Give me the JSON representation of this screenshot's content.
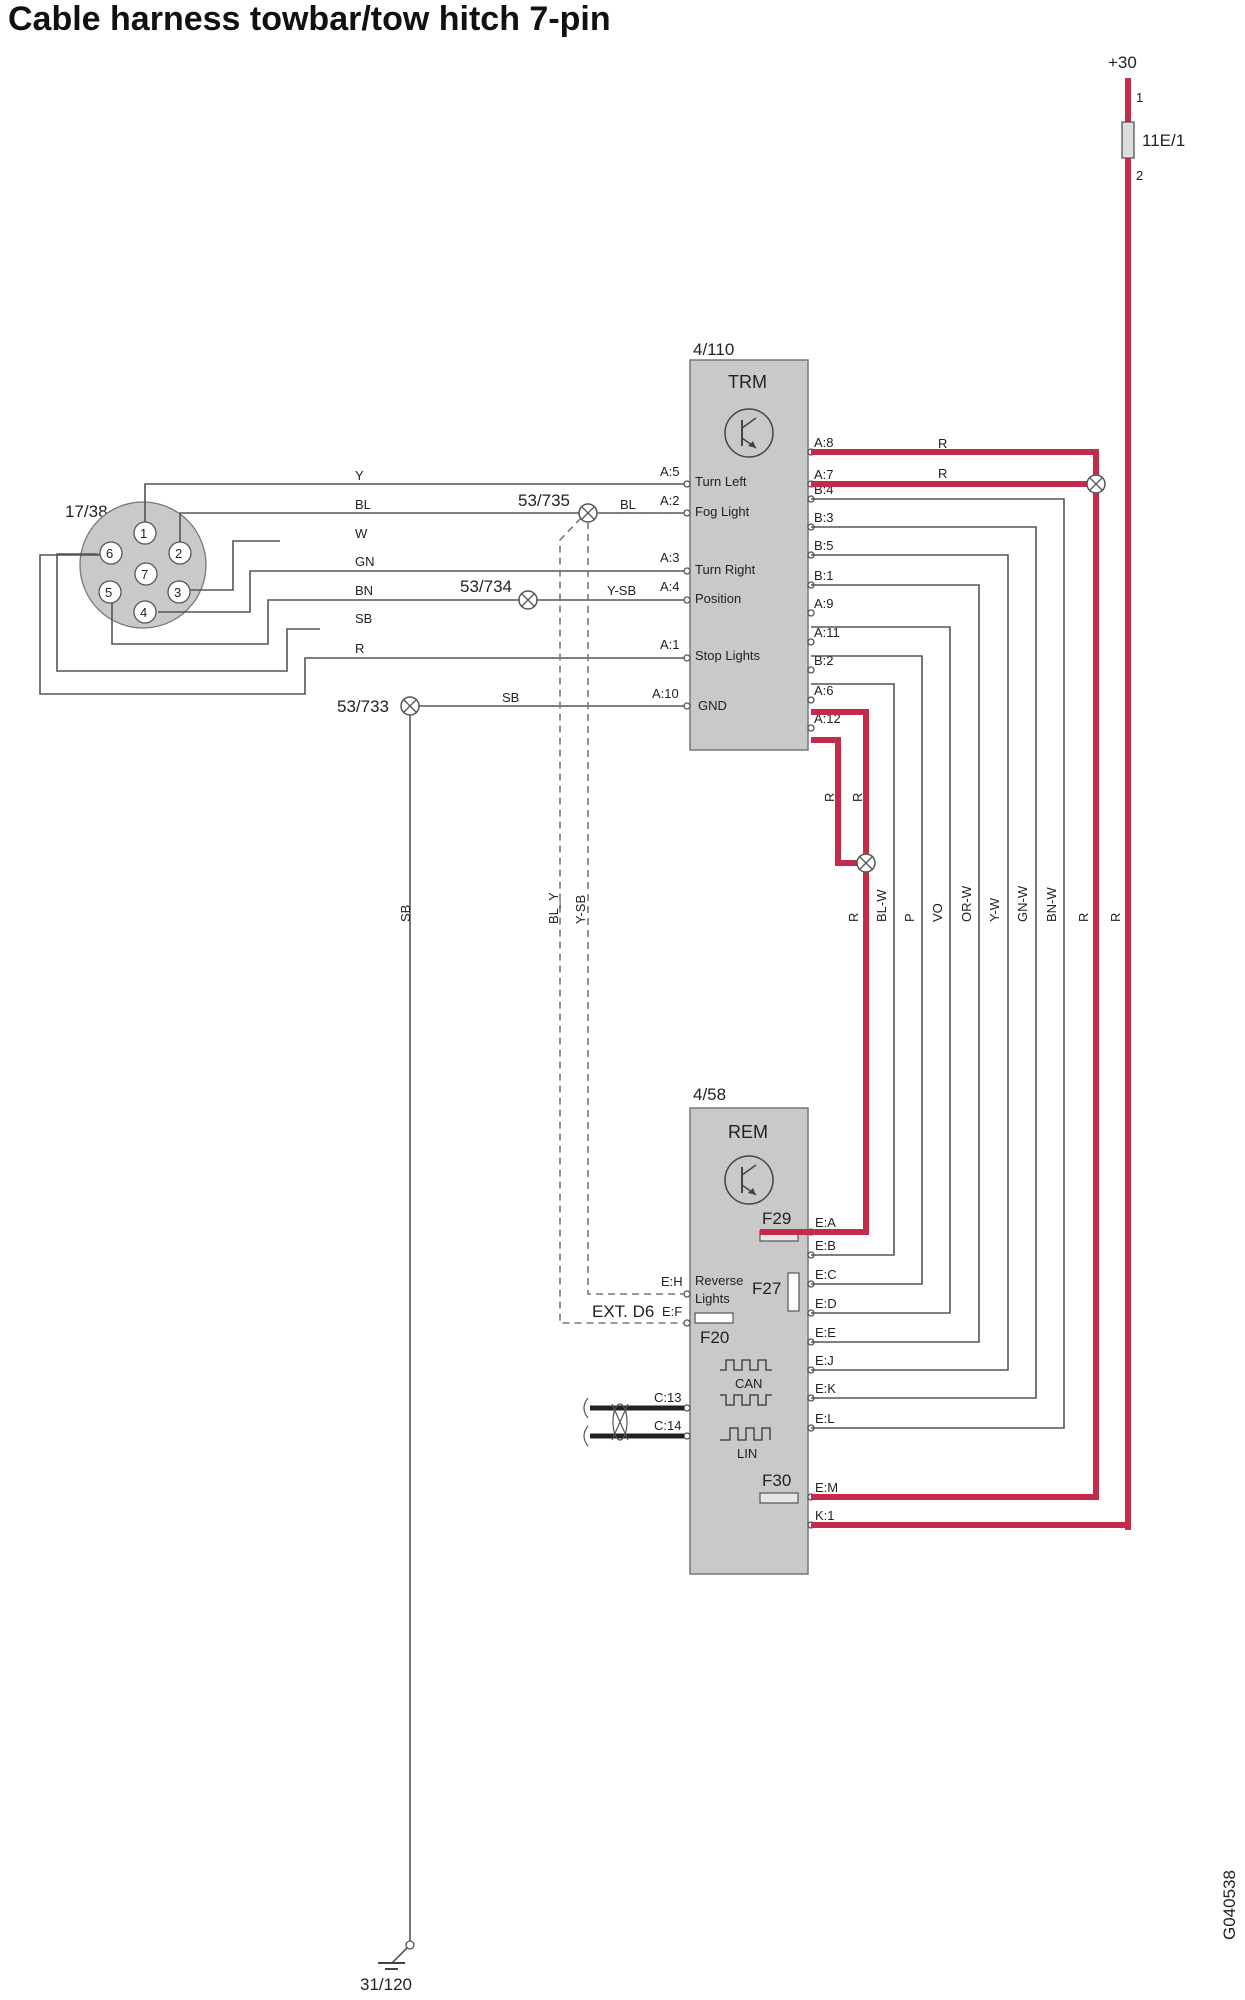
{
  "title": "Cable harness towbar/tow hitch 7-pin",
  "doc_id": "G040538",
  "power": {
    "supply": "+30",
    "fuse_id": "11E/1",
    "pin1": "1",
    "pin2": "2"
  },
  "ground": {
    "id": "31/120"
  },
  "connector": {
    "id": "17/38",
    "pins": [
      "1",
      "2",
      "3",
      "4",
      "5",
      "6",
      "7"
    ]
  },
  "splices": {
    "s735": "53/735",
    "s734": "53/734",
    "s733": "53/733"
  },
  "trm": {
    "id": "4/110",
    "name": "TRM",
    "pins": {
      "a5": "A:5",
      "a2": "A:2",
      "a3": "A:3",
      "a4": "A:4",
      "a1": "A:1",
      "a10": "A:10"
    },
    "functions": {
      "turn_left": "Turn Left",
      "fog": "Fog Light",
      "turn_right": "Turn Right",
      "position": "Position",
      "stop": "Stop Lights",
      "gnd": "GND"
    },
    "right_pins": [
      "A:8",
      "A:7",
      "B:4",
      "B:3",
      "B:5",
      "B:1",
      "A:9",
      "A:11",
      "B:2",
      "A:6",
      "A:12"
    ]
  },
  "rem": {
    "id": "4/58",
    "name": "REM",
    "fuses": {
      "f29": "F29",
      "f27": "F27",
      "f20": "F20",
      "f30": "F30"
    },
    "left_pins": {
      "eh": "E:H",
      "ef": "E:F",
      "c13": "C:13",
      "c14": "C:14"
    },
    "labels": {
      "reverse": "Reverse",
      "lights": "Lights",
      "ext": "EXT. D6",
      "can": "CAN",
      "lin": "LIN"
    },
    "right_pins": [
      "E:A",
      "E:B",
      "E:C",
      "E:D",
      "E:E",
      "E:J",
      "E:K",
      "E:L",
      "E:M",
      "K:1"
    ]
  },
  "wire_colors": {
    "left": [
      "Y",
      "BL",
      "W",
      "GN",
      "BN",
      "SB",
      "R"
    ],
    "bl_trm": "BL",
    "ysb_trm": "Y-SB",
    "sb_gnd": "SB",
    "r_a8": "R",
    "r_a7": "R",
    "sb_vertical": "SB",
    "bly_vertical": "BL_Y",
    "ysb_vertical": "Y-SB",
    "r_pair": [
      "R",
      "R"
    ],
    "vertical": [
      "R",
      "BL-W",
      "P",
      "VO",
      "OR-W",
      "Y-W",
      "GN-W",
      "BN-W",
      "R",
      "R"
    ]
  },
  "colors": {
    "power_wire": "#c32b4a",
    "signal_wire": "#555555",
    "module_fill": "#c9c9c9"
  }
}
